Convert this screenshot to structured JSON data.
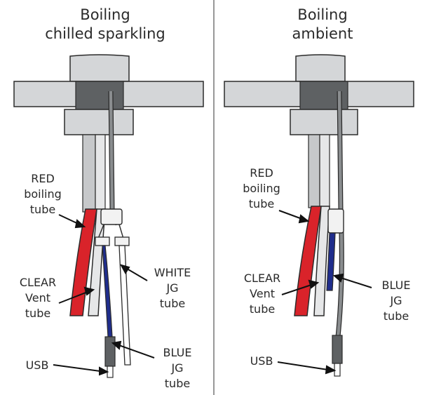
{
  "left": {
    "title_line1": "Boiling",
    "title_line2": "chilled sparkling",
    "labels": {
      "red": [
        "RED",
        "boiling",
        "tube"
      ],
      "clear": [
        "CLEAR",
        "Vent",
        "tube"
      ],
      "white": [
        "WHITE",
        "JG",
        "tube"
      ],
      "blue": [
        "BLUE",
        "JG",
        "tube"
      ],
      "usb": "USB"
    }
  },
  "right": {
    "title_line1": "Boiling",
    "title_line2": "ambient",
    "labels": {
      "red": [
        "RED",
        "boiling",
        "tube"
      ],
      "clear": [
        "CLEAR",
        "Vent",
        "tube"
      ],
      "blue": [
        "BLUE",
        "JG",
        "tube"
      ],
      "usb": "USB"
    }
  },
  "colors": {
    "red_tube": "#d9232a",
    "blue_tube": "#1f2d8c",
    "grey_body": "#d4d6d8",
    "dark_grey": "#5e6163",
    "outline": "#2b2b2b"
  }
}
